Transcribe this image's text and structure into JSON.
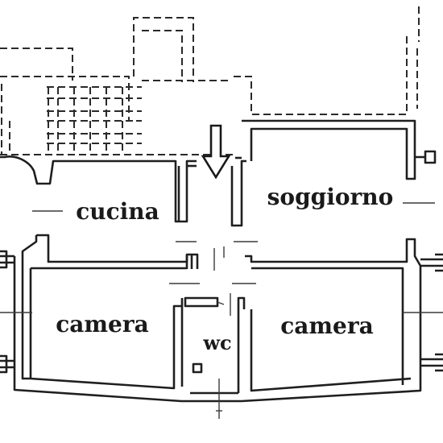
{
  "plan": {
    "rooms": {
      "kitchen": "cucina",
      "living": "soggiorno",
      "bedroom_left": "camera",
      "wc": "wc",
      "bedroom_right": "camera"
    },
    "entrance_arrow": "arrow-down-icon",
    "ink_color": "#2a2a2a",
    "background": "#ffffff"
  }
}
